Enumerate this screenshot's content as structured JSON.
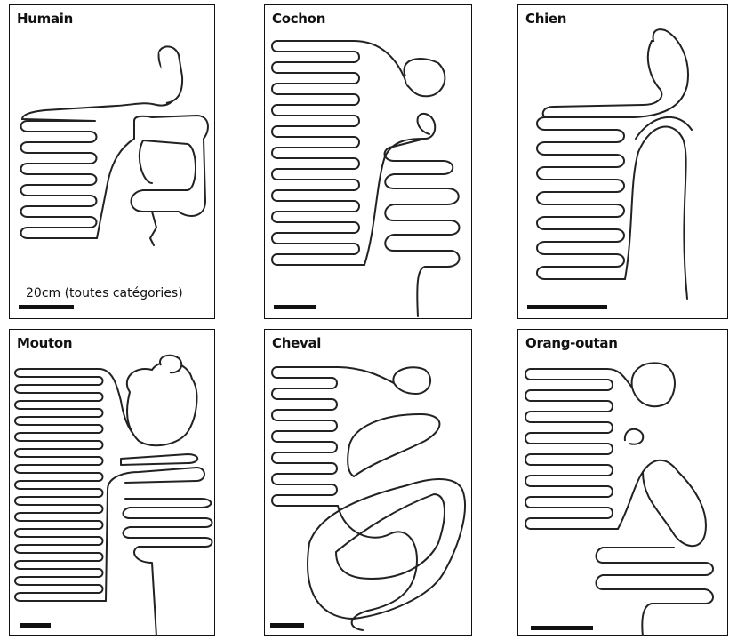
{
  "panels": [
    {
      "title": "Humain"
    },
    {
      "title": "Cochon"
    },
    {
      "title": "Chien"
    },
    {
      "title": "Mouton"
    },
    {
      "title": "Cheval"
    },
    {
      "title": "Orang-outan"
    }
  ],
  "scale_label": "20cm (toutes catégories)"
}
